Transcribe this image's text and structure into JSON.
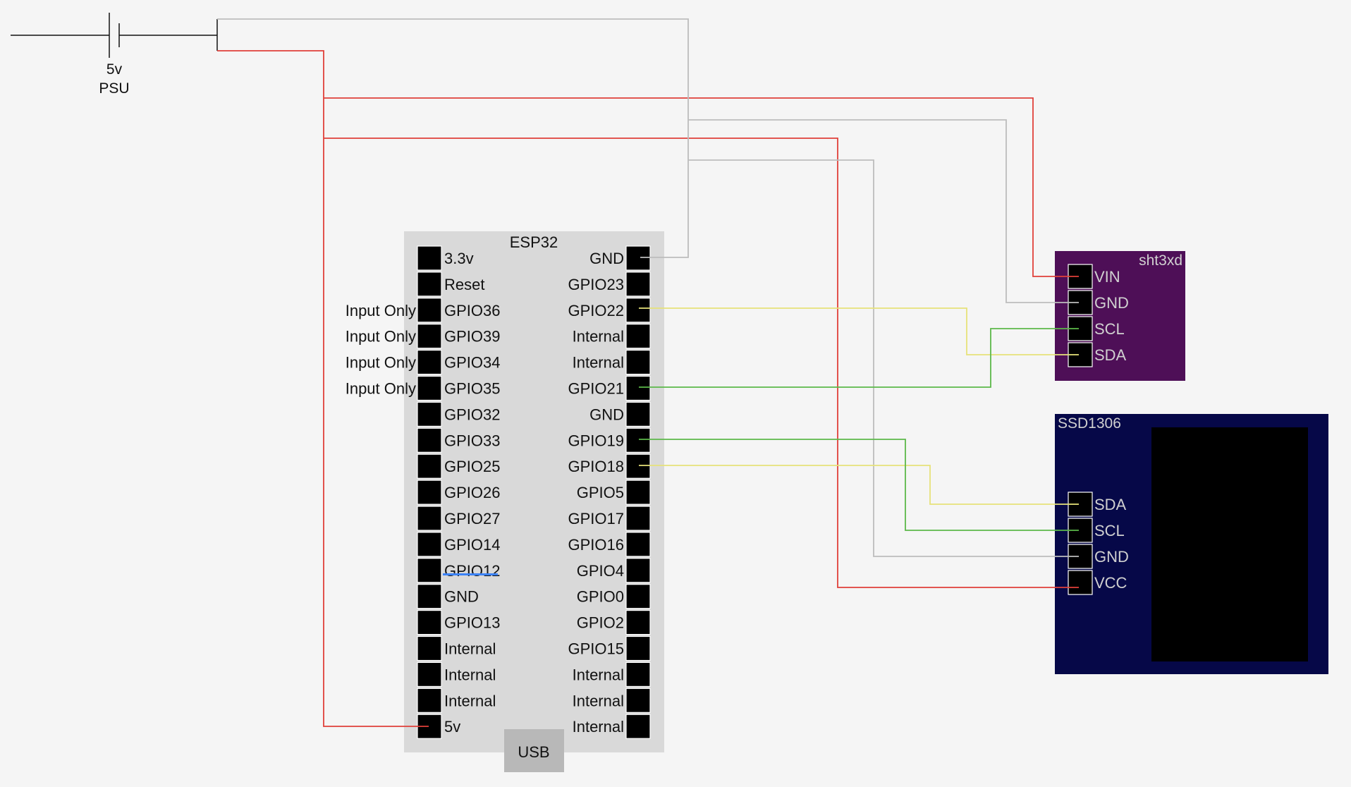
{
  "colors": {
    "background": "#f5f5f5",
    "board": "#d9d9d9",
    "usb": "#b8b8b8",
    "pin": "#000000",
    "wire_power": "#e0403a",
    "wire_ground": "#bdbdbd",
    "wire_yellow": "#e6e27a",
    "wire_green": "#5cb84a",
    "sht_bg": "#4e0f57",
    "ssd_bg": "#060848",
    "screen": "#000000",
    "highlight": "#3b82f6"
  },
  "psu": {
    "voltage": "5v",
    "label": "PSU"
  },
  "esp32": {
    "title": "ESP32",
    "usb_label": "USB",
    "left_pins": [
      "3.3v",
      "Reset",
      "GPIO36",
      "GPIO39",
      "GPIO34",
      "GPIO35",
      "GPIO32",
      "GPIO33",
      "GPIO25",
      "GPIO26",
      "GPIO27",
      "GPIO14",
      "GPIO12",
      "GND",
      "GPIO13",
      "Internal",
      "Internal",
      "Internal",
      "5v"
    ],
    "right_pins": [
      "GND",
      "GPIO23",
      "GPIO22",
      "Internal",
      "Internal",
      "GPIO21",
      "GND",
      "GPIO19",
      "GPIO18",
      "GPIO5",
      "GPIO17",
      "GPIO16",
      "GPIO4",
      "GPIO0",
      "GPIO2",
      "GPIO15",
      "Internal",
      "Internal",
      "Internal"
    ],
    "input_only_note": "Input Only",
    "input_only_pins": [
      "GPIO36",
      "GPIO39",
      "GPIO34",
      "GPIO35"
    ]
  },
  "sht3xd": {
    "title": "sht3xd",
    "pins": [
      "VIN",
      "GND",
      "SCL",
      "SDA"
    ]
  },
  "ssd1306": {
    "title": "SSD1306",
    "pins": [
      "SDA",
      "SCL",
      "GND",
      "VCC"
    ]
  }
}
